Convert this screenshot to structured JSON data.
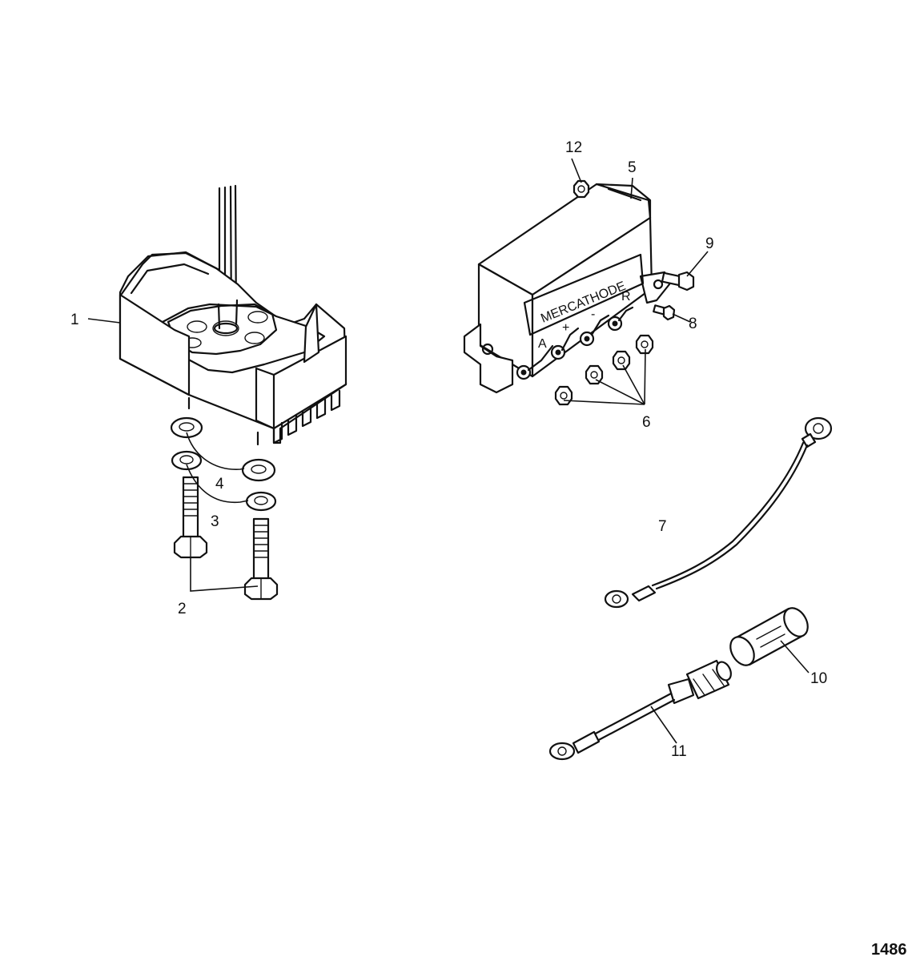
{
  "parts": [
    {
      "id": "part-1",
      "callout": "1"
    },
    {
      "id": "part-2",
      "callout": "2"
    },
    {
      "id": "part-3",
      "callout": "3"
    },
    {
      "id": "part-4",
      "callout": "4"
    },
    {
      "id": "part-5",
      "callout": "5"
    },
    {
      "id": "part-6",
      "callout": "6"
    },
    {
      "id": "part-7",
      "callout": "7"
    },
    {
      "id": "part-8",
      "callout": "8"
    },
    {
      "id": "part-9",
      "callout": "9"
    },
    {
      "id": "part-10",
      "callout": "10"
    },
    {
      "id": "part-11",
      "callout": "11"
    },
    {
      "id": "part-12",
      "callout": "12"
    }
  ],
  "module": {
    "brand_text": "MERCATHODE",
    "terminals": [
      "A",
      "+",
      "-",
      "R"
    ]
  },
  "figure_number": "1486"
}
